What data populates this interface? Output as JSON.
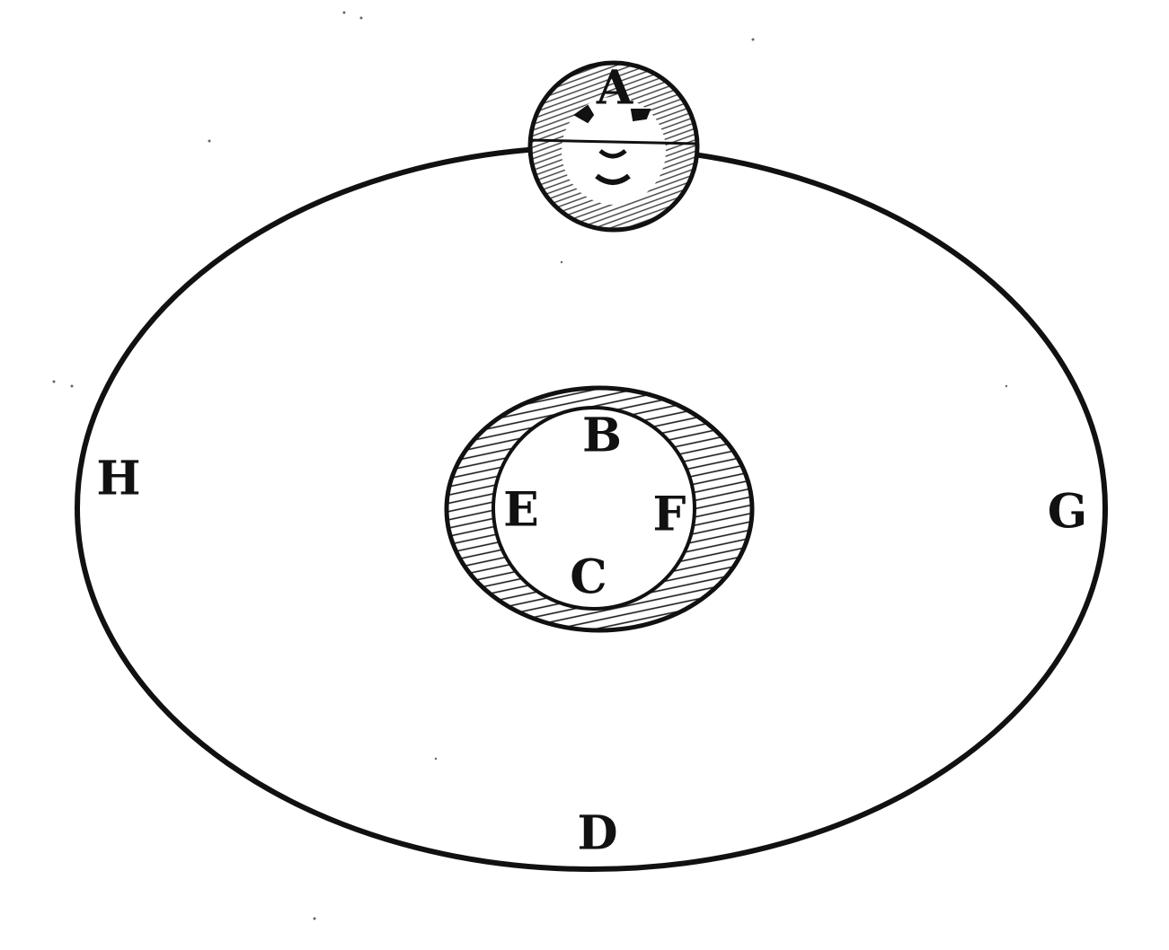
{
  "diagram": {
    "labels": {
      "A": "A",
      "B": "B",
      "C": "C",
      "D": "D",
      "E": "E",
      "F": "F",
      "G": "G",
      "H": "H"
    },
    "colors": {
      "ink": "#111111",
      "paper": "#ffffff",
      "shading": "#1a1a1a"
    }
  }
}
